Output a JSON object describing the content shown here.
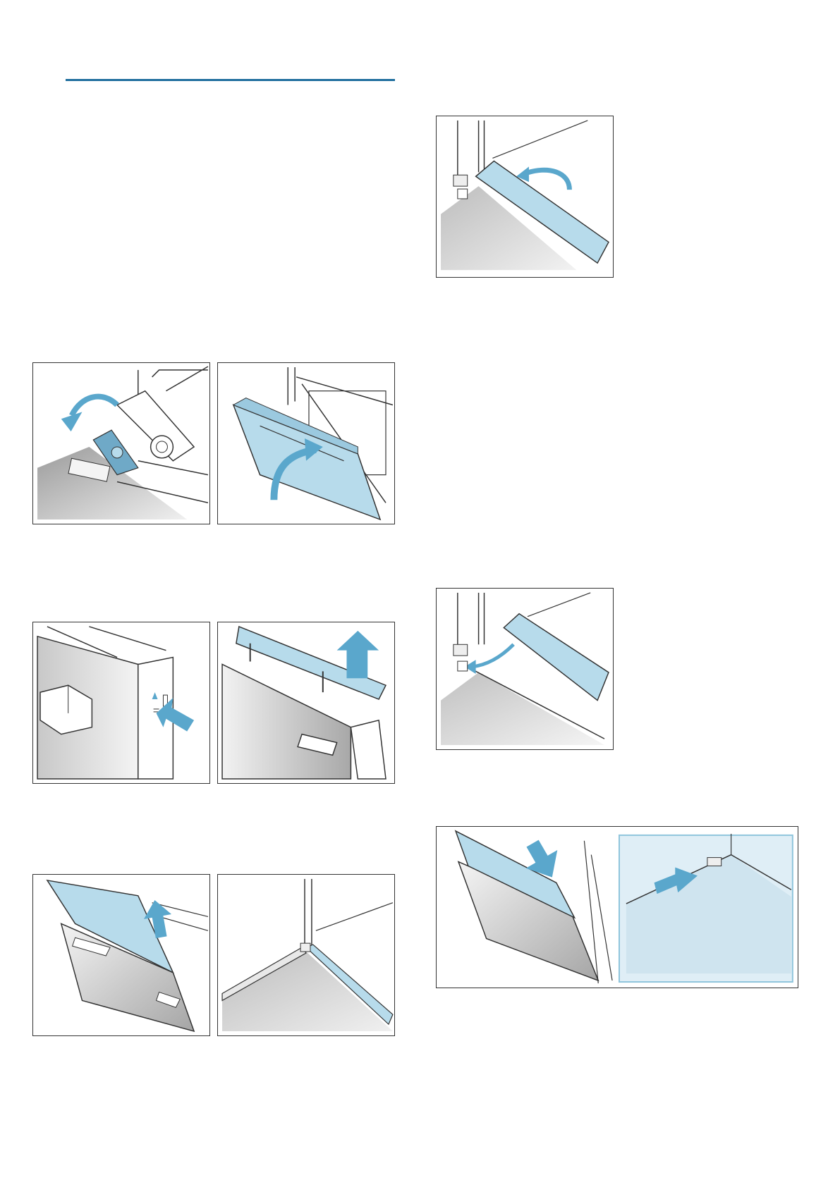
{
  "page": {
    "section_rule_color": "#1f6e9e",
    "accent_blue": "#8fc5dc",
    "arrow_blue": "#5aa7cc"
  },
  "figures": [
    {
      "id": "fig-hinge-lever",
      "icon": "hinge-lever-fold-down-icon"
    },
    {
      "id": "fig-door-close",
      "icon": "door-close-arrow-icon"
    },
    {
      "id": "fig-press-release",
      "icon": "press-release-arrow-icon"
    },
    {
      "id": "fig-remove-cover",
      "icon": "lift-cover-up-icon"
    },
    {
      "id": "fig-pull-glass",
      "icon": "pull-glass-out-icon"
    },
    {
      "id": "fig-frame-corner",
      "icon": "frame-corner-icon"
    },
    {
      "id": "fig-seal-fold",
      "icon": "seal-fold-arrow-icon"
    },
    {
      "id": "fig-seal-insert",
      "icon": "seal-insert-arrow-icon"
    },
    {
      "id": "fig-insert-glass",
      "icon": "insert-glass-arrow-icon"
    }
  ]
}
